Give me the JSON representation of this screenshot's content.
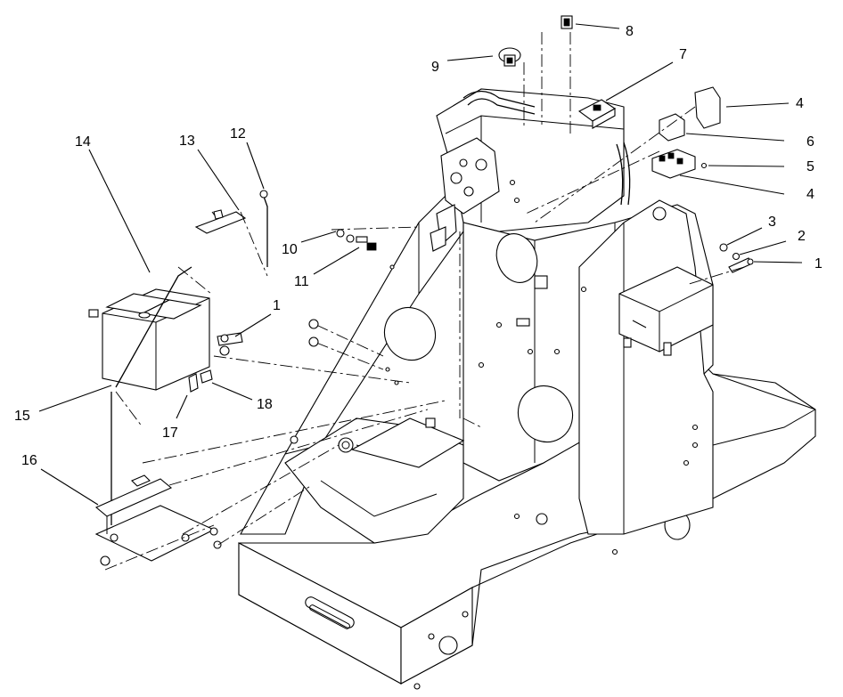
{
  "diagram": {
    "callouts": [
      {
        "id": "c8",
        "label": "8"
      },
      {
        "id": "c9",
        "label": "9"
      },
      {
        "id": "c7",
        "label": "7"
      },
      {
        "id": "c4a",
        "label": "4"
      },
      {
        "id": "c6",
        "label": "6"
      },
      {
        "id": "c5",
        "label": "5"
      },
      {
        "id": "c4b",
        "label": "4"
      },
      {
        "id": "c3",
        "label": "3"
      },
      {
        "id": "c2",
        "label": "2"
      },
      {
        "id": "c1a",
        "label": "1"
      },
      {
        "id": "c14",
        "label": "14"
      },
      {
        "id": "c13",
        "label": "13"
      },
      {
        "id": "c12",
        "label": "12"
      },
      {
        "id": "c10",
        "label": "10"
      },
      {
        "id": "c11",
        "label": "11"
      },
      {
        "id": "c1b",
        "label": "1"
      },
      {
        "id": "c18",
        "label": "18"
      },
      {
        "id": "c17",
        "label": "17"
      },
      {
        "id": "c15",
        "label": "15"
      },
      {
        "id": "c16",
        "label": "16"
      }
    ]
  }
}
